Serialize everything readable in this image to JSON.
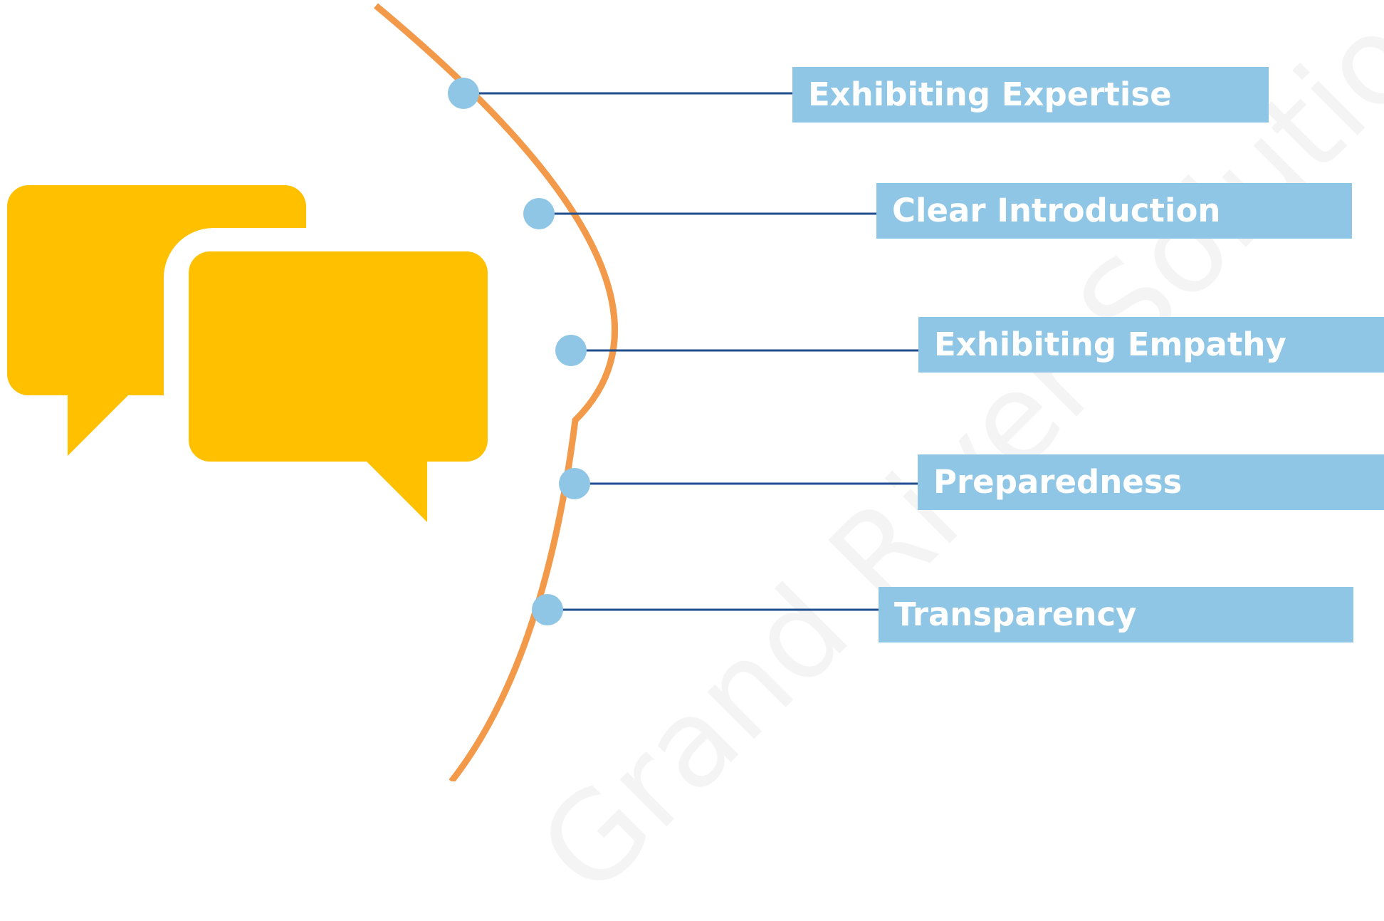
{
  "icon": {
    "name": "speech-bubbles-icon",
    "color": "#FFC000"
  },
  "arc_color": "#F2994A",
  "node_color": "#8FC6E6",
  "connector_color": "#1F4E8C",
  "items": [
    {
      "label": "Exhibiting Expertise"
    },
    {
      "label": "Clear Introduction"
    },
    {
      "label": "Exhibiting Empathy"
    },
    {
      "label": "Preparedness"
    },
    {
      "label": "Transparency"
    }
  ],
  "watermark": "Grand River Solutions"
}
